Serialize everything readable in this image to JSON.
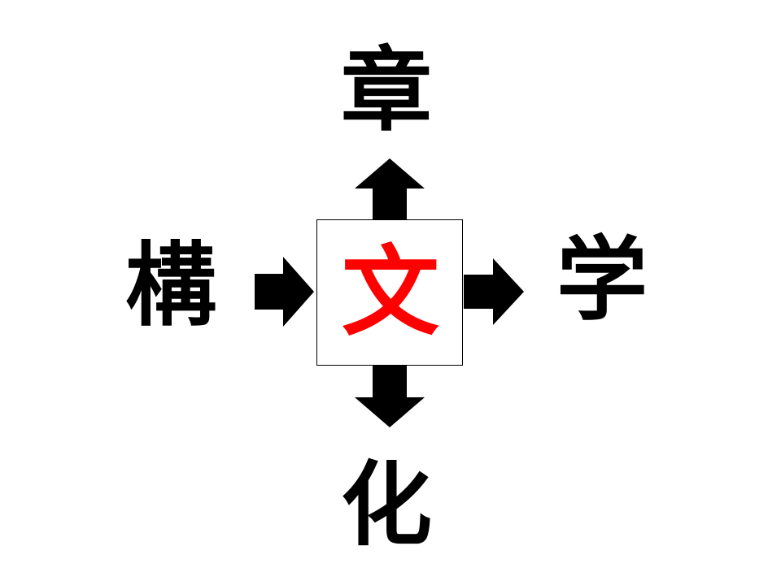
{
  "puzzle": {
    "center": "文",
    "top": "章",
    "left": "構",
    "right": "学",
    "bottom": "化"
  },
  "colors": {
    "center_text": "#ff0000",
    "outer_text": "#000000",
    "arrow": "#000000"
  }
}
